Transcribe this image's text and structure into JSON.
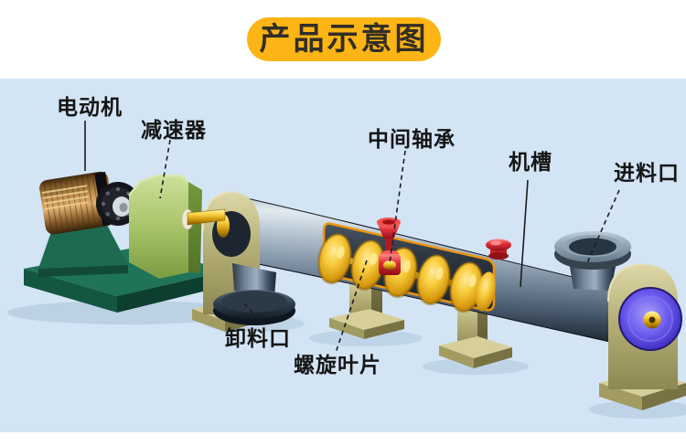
{
  "banner": {
    "title": "产品示意图",
    "background": "#fcb514",
    "text_color": "#322e27"
  },
  "page": {
    "background": "#ffffff",
    "canvas_background": "#d3e4f5"
  },
  "machine": {
    "name_labels": [
      {
        "id": "motor",
        "text": "电动机"
      },
      {
        "id": "reducer",
        "text": "减速器"
      },
      {
        "id": "intermediate-bearing",
        "text": "中间轴承"
      },
      {
        "id": "trough",
        "text": "机槽"
      },
      {
        "id": "feed-inlet",
        "text": "进料口"
      },
      {
        "id": "discharge-outlet",
        "text": "卸料口"
      },
      {
        "id": "spiral-blade",
        "text": "螺旋叶片"
      }
    ],
    "colors": {
      "tube_steel": "#7b8da0",
      "screw_gold": "#f0c433",
      "motor_copper": "#c79454",
      "reducer_green": "#a7c469",
      "base_green": "#1f7357",
      "pedestal_khaki": "#b6b077",
      "bearing_red": "#e03038",
      "end_disc_violet": "#5a4ae0"
    }
  }
}
